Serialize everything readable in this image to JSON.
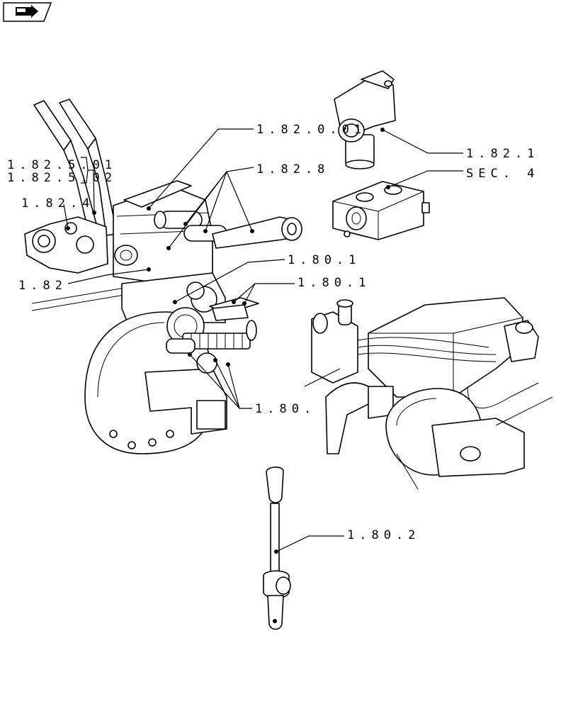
{
  "nav": {
    "icon": "right-arrow-icon"
  },
  "callouts": {
    "c1": "1.82.0.01",
    "c2": "1.82.1",
    "c3": "1.82.8",
    "c4": "SEC. 4",
    "c5a": "1.82.5.01",
    "c5b": "1.82.5.02",
    "c6": "1.82.4",
    "c7": "1.80.1",
    "c8": "1.80.1",
    "c9": "1.82",
    "c10": "1.80.",
    "c11": "1.80.2"
  }
}
